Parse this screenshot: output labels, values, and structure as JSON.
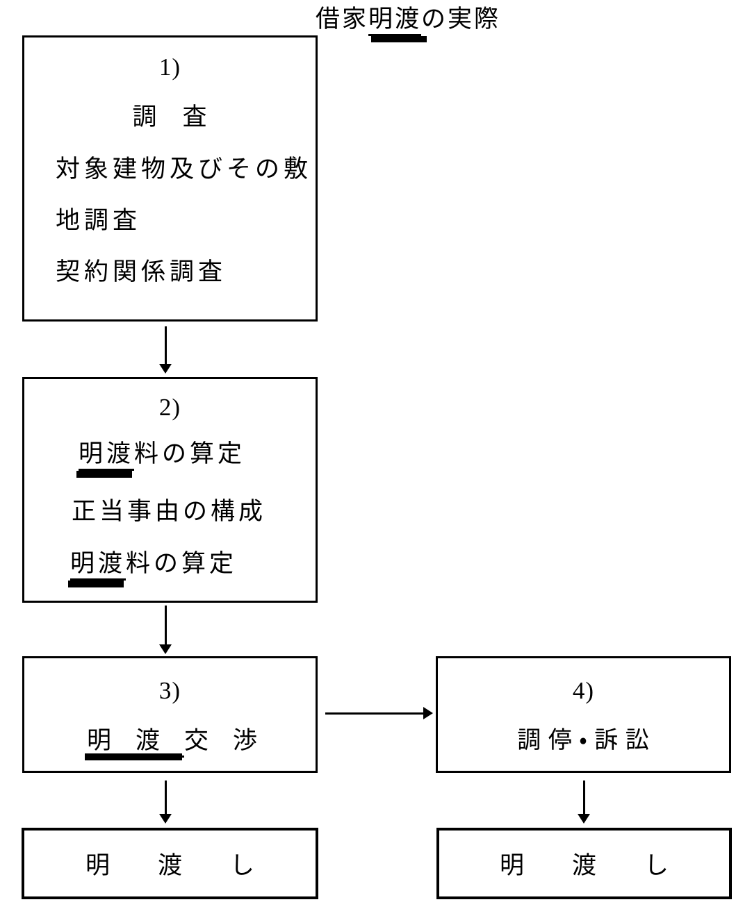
{
  "flowchart": {
    "title": {
      "prefix": "借家",
      "marked": "明渡",
      "suffix": "の実際"
    },
    "step1": {
      "label": "1)",
      "heading": "調　査",
      "body1": "対象建物及びその敷",
      "body2": "地調査",
      "body3": "契約関係調査"
    },
    "step2": {
      "label": "2)",
      "line1": {
        "marked": "明渡",
        "rest": "料の算定"
      },
      "line2": "正当事由の構成",
      "line3": {
        "marked": "明渡",
        "rest": "料の算定"
      }
    },
    "step3": {
      "label": "3)",
      "line1": {
        "marked": "明　渡　",
        "rest": "交　渉"
      }
    },
    "step4": {
      "label": "4)",
      "line1": "調 停 ・ 訴 訟"
    },
    "result_left": {
      "text": "明　渡　し"
    },
    "result_right": {
      "text": "明　渡　し"
    }
  },
  "colors": {
    "ink": "#000000",
    "background": "#ffffff"
  }
}
